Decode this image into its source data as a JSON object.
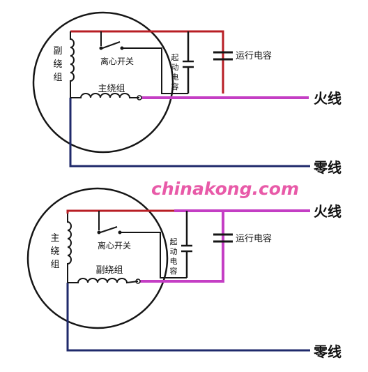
{
  "watermark": "chinakong.com",
  "colors": {
    "neutral": "#1f2a6b",
    "live_red": "#b81e24",
    "live_magenta": "#c43ec4",
    "wire": "#151515",
    "watermark": "#e85aa8"
  },
  "top": {
    "aux_winding": [
      "副",
      "绕",
      "组"
    ],
    "main_winding": "主绕组",
    "centrifugal_switch": "离心开关",
    "start_capacitor": [
      "起",
      "动",
      "电",
      "容"
    ],
    "run_capacitor": "运行电容",
    "live": "火线",
    "neutral": "零线"
  },
  "bottom": {
    "main_winding": [
      "主",
      "绕",
      "组"
    ],
    "aux_winding": "副绕组",
    "centrifugal_switch": "离心开关",
    "start_capacitor": [
      "起",
      "动",
      "电",
      "容"
    ],
    "run_capacitor": "运行电容",
    "live": "火线",
    "neutral": "零线"
  }
}
